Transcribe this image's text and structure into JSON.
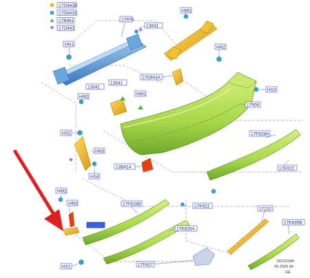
{
  "legend": {
    "items": [
      {
        "code": "17D943B",
        "marker": "square",
        "color": "#f5b800"
      },
      {
        "code": "17D943C",
        "marker": "square",
        "color": "#2fa8d8"
      },
      {
        "code": "17B861",
        "marker": "triangle",
        "color": "#3bbf3b"
      },
      {
        "code": "17D942",
        "marker": "diamond",
        "color": "#b080d0"
      }
    ]
  },
  "labels": {
    "l_17970": "17970",
    "l_13841_top": "13841",
    "l_hm1_top": "HM1",
    "l_hn1": "HN1",
    "l_hn2": "HN2",
    "l_17d943a": "17D943A",
    "l_13841_a": "13841",
    "l_13841_b": "13841",
    "l_hm1_mid": "HM1",
    "l_hm1_left": "HM1",
    "l_hs3": "HS3",
    "l_17906": "17906",
    "l_hs2": "HS2",
    "l_hn3": "HN3",
    "l_17f828a": "17F828A",
    "l_13b414": "13B414",
    "l_hs4": "HS4",
    "l_17k922_right": "17K922",
    "l_hm1_low": "HM1",
    "l_hm2": "HM2",
    "l_17f828b": "17F828B",
    "l_17k922_mid": "17K922",
    "l_17232": "17232",
    "l_17k835b": "17K835B",
    "l_17k835a": "17K835A",
    "l_17f827": "17F827",
    "l_hs1": "HS1"
  },
  "footer": {
    "line1": "5011918A",
    "line2": "05-2020 34",
    "line3": "GE"
  },
  "colors": {
    "bumper_green": "#a8d84a",
    "reinforcement_blue": "#5a9ad8",
    "bracket_yellow": "#f0b820",
    "arrow_red": "#e02020",
    "fastener_cyan": "#2fa8c8"
  }
}
